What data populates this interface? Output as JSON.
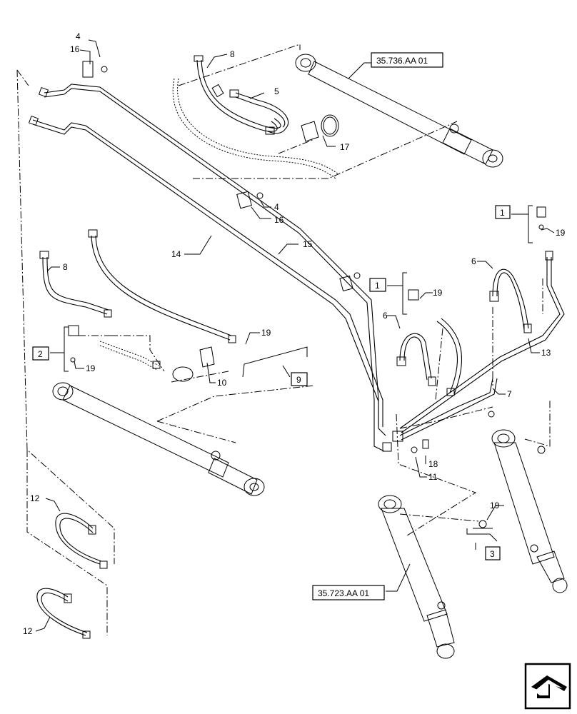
{
  "callouts": {
    "c1": "4",
    "c2": "16",
    "c3": "8",
    "c4": "5",
    "c5": "17",
    "c6": "4",
    "c7": "16",
    "c8": "14",
    "c9": "15",
    "c10": "8",
    "c11": "19",
    "c12": "19",
    "c13": "10",
    "c14": "9",
    "c15": "6",
    "c16": "19",
    "c17": "6",
    "c18": "13",
    "c19": "7",
    "c20": "18",
    "c21": "11",
    "c22": "19",
    "c23": "3",
    "c24": "12",
    "c25": "12",
    "c26": "19",
    "c27": "1",
    "c28": "1",
    "c29": "2"
  },
  "references": {
    "top_cylinder": "35.736.AA 01",
    "bottom_cylinder": "35.723.AA 01"
  },
  "nav_icon": "next-page-arrow-icon"
}
